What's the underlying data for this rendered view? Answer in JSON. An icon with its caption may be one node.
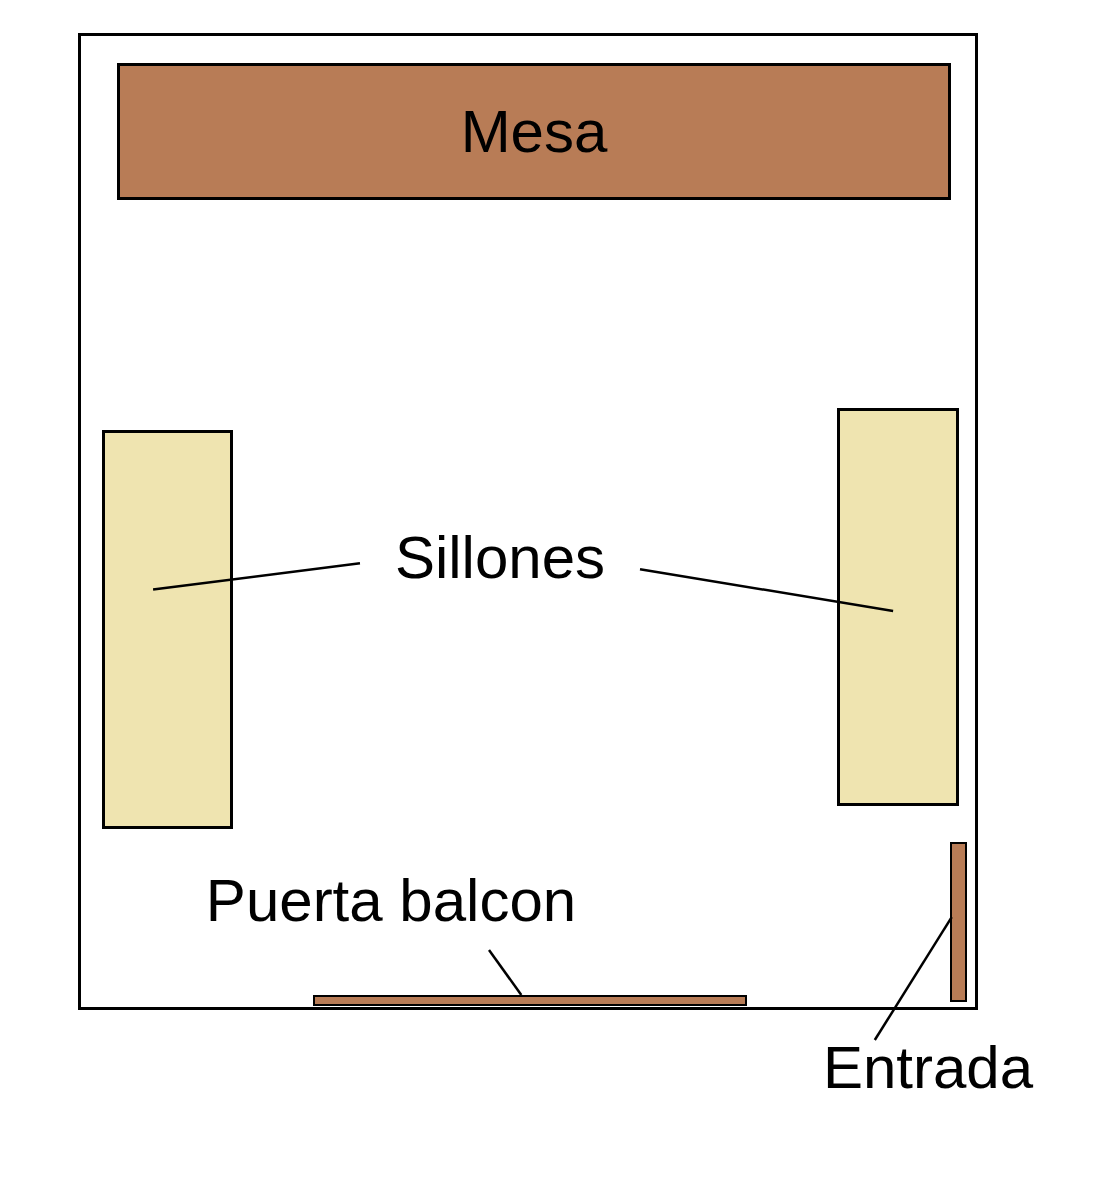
{
  "diagram": {
    "nodes": [
      {
        "text": [],
        "shape": "box"
      },
      {
        "text": [
          "Mesa"
        ],
        "in": 0
      },
      {
        "text": [],
        "shape": "box",
        "in": 0
      },
      {
        "text": [],
        "shape": "box",
        "in": 0
      },
      {
        "text": [
          "Sillones"
        ],
        "in": 0
      },
      {
        "text": [
          "Puerta balcon"
        ],
        "in": 0
      },
      {
        "text": [],
        "shape": "bar",
        "in": 0
      },
      {
        "text": [],
        "shape": "bar",
        "in": 0
      },
      {
        "text": [
          "Entrada"
        ]
      }
    ],
    "edges": [
      {
        "from": 4,
        "to": 2,
        "arrow": "none"
      },
      {
        "from": 4,
        "to": 3,
        "arrow": "none"
      },
      {
        "from": 5,
        "to": 6,
        "arrow": "none"
      },
      {
        "from": 8,
        "to": 7,
        "arrow": "none"
      }
    ]
  }
}
